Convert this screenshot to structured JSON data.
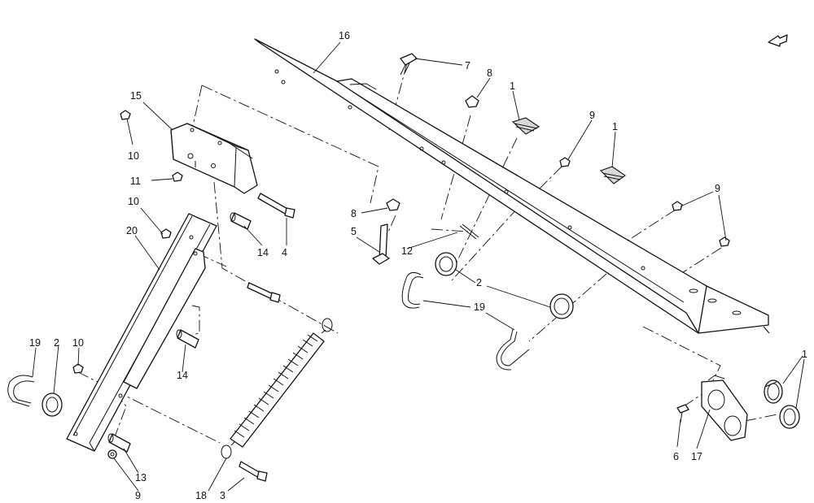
{
  "callouts": {
    "c16": "16",
    "c7": "7",
    "c8a": "8",
    "c1a": "1",
    "c9a": "9",
    "c1b": "1",
    "c15": "15",
    "c10a": "10",
    "c11": "11",
    "c10b": "10",
    "c20": "20",
    "c14a": "14",
    "c4": "4",
    "c8b": "8",
    "c5": "5",
    "c12": "12",
    "c9b": "9",
    "c2a": "2",
    "c19a": "19",
    "c19b": "19",
    "c2b": "2",
    "c10c": "10",
    "c14b": "14",
    "c13": "13",
    "c9c": "9",
    "c18": "18",
    "c3": "3",
    "c6": "6",
    "c17": "17",
    "c1c": "1"
  },
  "icons": {
    "orientation_arrow": "orientation-arrow-icon"
  }
}
